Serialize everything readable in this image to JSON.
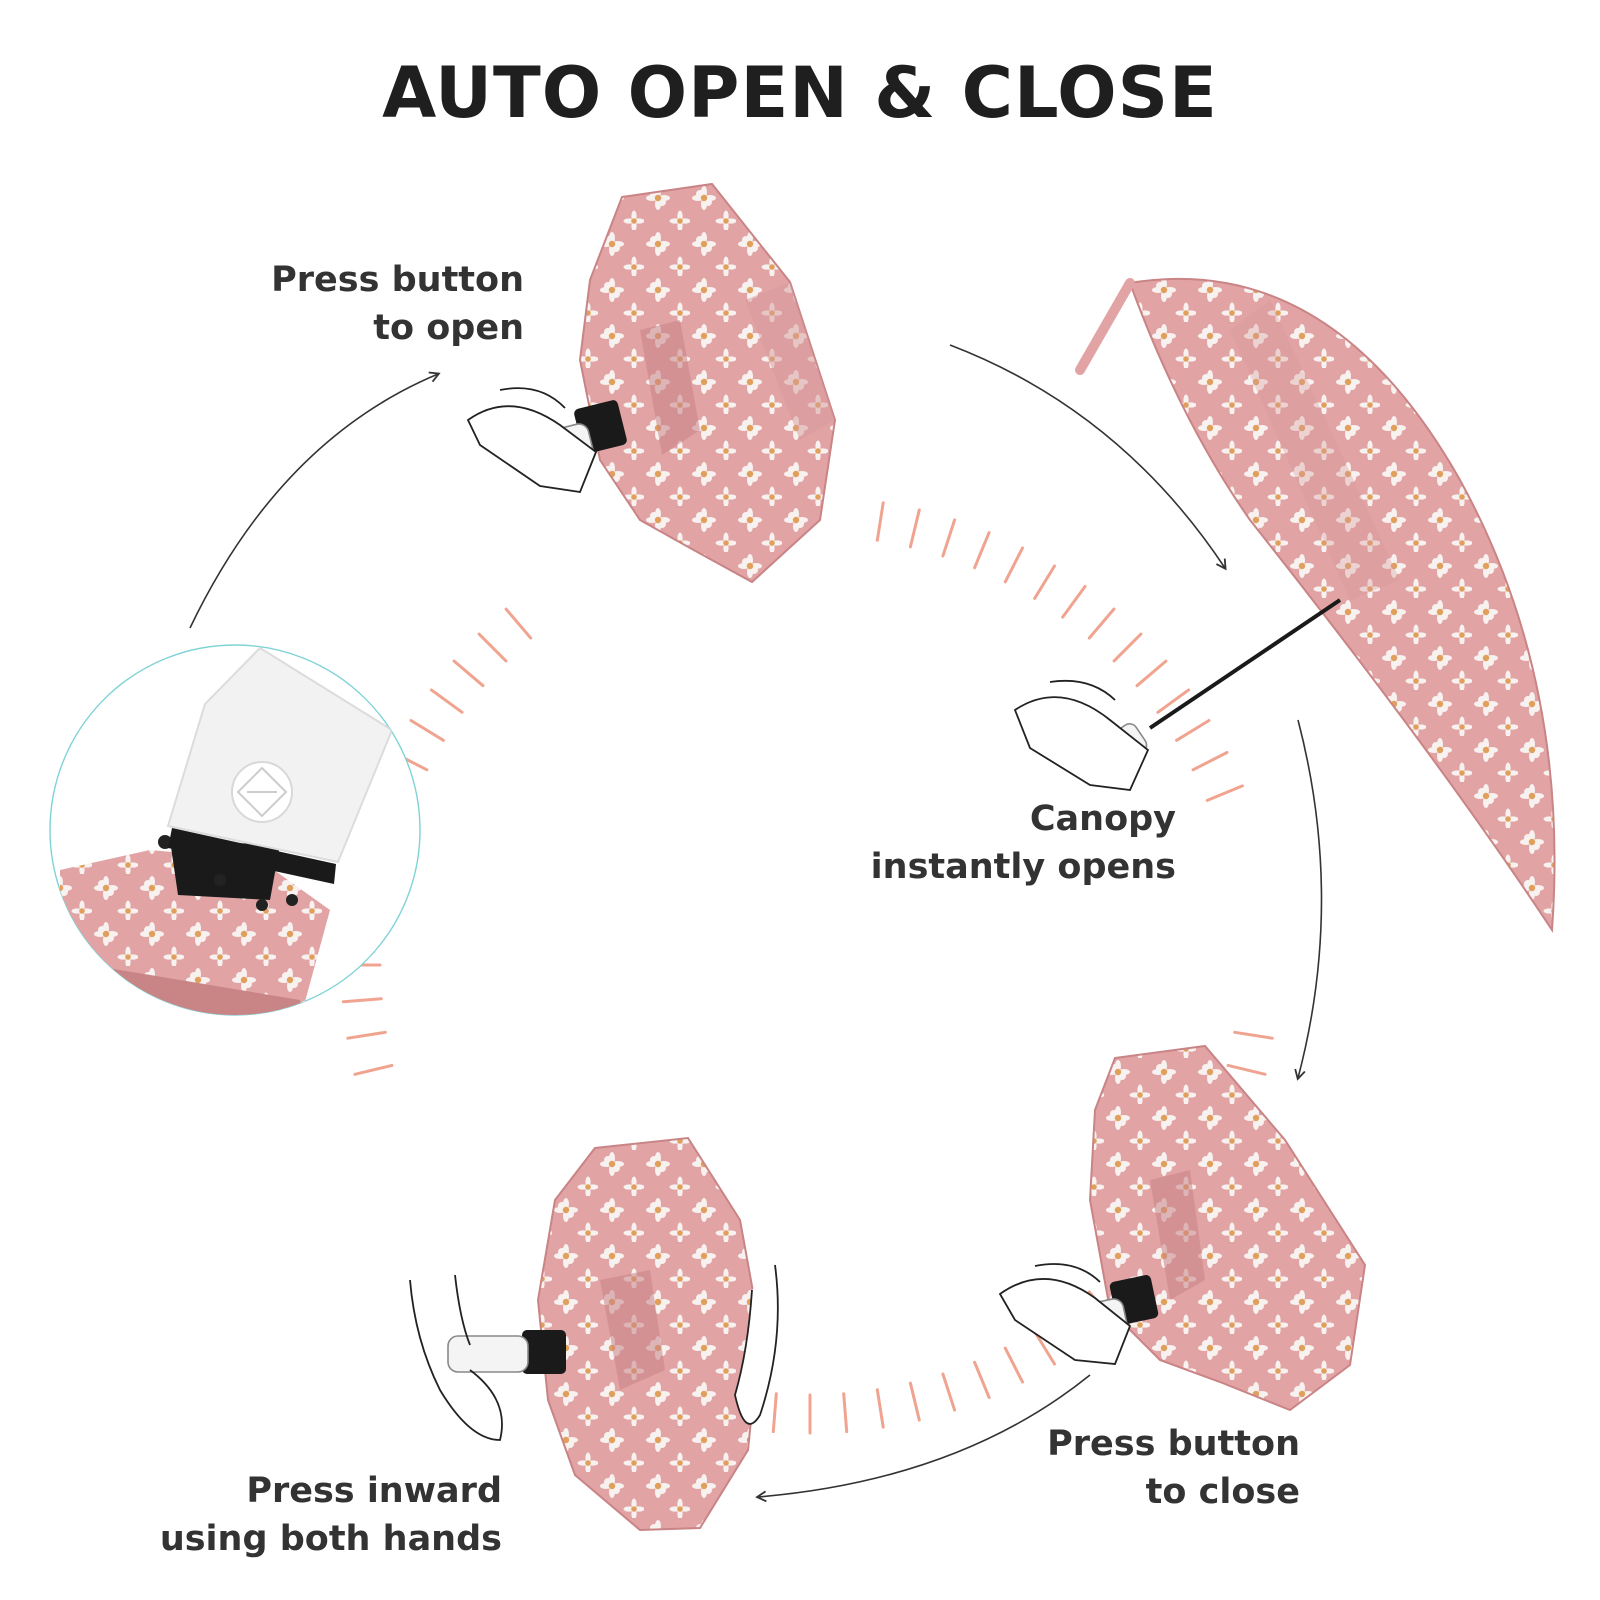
{
  "title": "AUTO OPEN & CLOSE",
  "colors": {
    "title": "#1f1f1f",
    "label": "#333333",
    "dash": "#f0a490",
    "canopy": "#e2a3a5",
    "canopy_dark": "#c98486",
    "flower": "#f7f1ef",
    "flower_center": "#e0a05c",
    "handle": "#f2f2f2",
    "inset_ring": "#7fd3d6"
  },
  "steps": [
    {
      "id": "open",
      "line1": "Press button",
      "line2": "to open"
    },
    {
      "id": "opens",
      "line1": "Canopy",
      "line2": "instantly opens"
    },
    {
      "id": "close",
      "line1": "Press button",
      "line2": "to close"
    },
    {
      "id": "inward",
      "line1": "Press inward",
      "line2": "using both hands"
    }
  ]
}
